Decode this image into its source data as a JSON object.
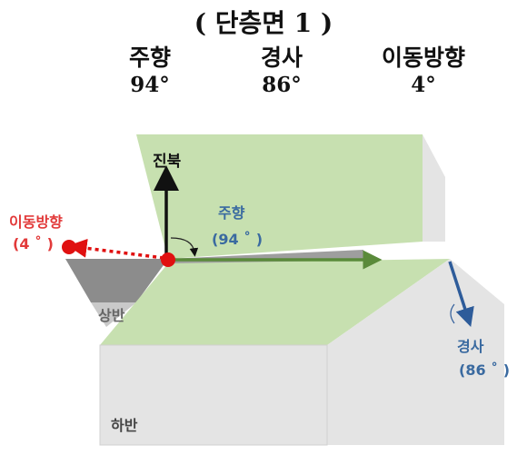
{
  "header": {
    "title": "( 단층면 1 )",
    "columns": [
      {
        "label": "주향",
        "value": "94°"
      },
      {
        "label": "경사",
        "value": "86°"
      },
      {
        "label": "이동방향",
        "value": "4°"
      }
    ]
  },
  "diagram": {
    "north_label": "진북",
    "strike_label": "주향",
    "strike_value": "(94 ˚ )",
    "dip_label": "경사",
    "dip_value": "(86 ˚ )",
    "slip_label": "이동방향",
    "slip_value": "(4 ˚ )",
    "hanging_wall_label": "상반",
    "footwall_label": "하반"
  },
  "colors": {
    "surface_green": "#c7e0b0",
    "block_gray": "#e4e4e4",
    "strike_arrow": "#5a8a3a",
    "dip_arrow": "#2e5c9a",
    "slip_arrow": "#e01010",
    "slip_text": "#e23a3a",
    "annotation_text": "#3a6aa0"
  }
}
